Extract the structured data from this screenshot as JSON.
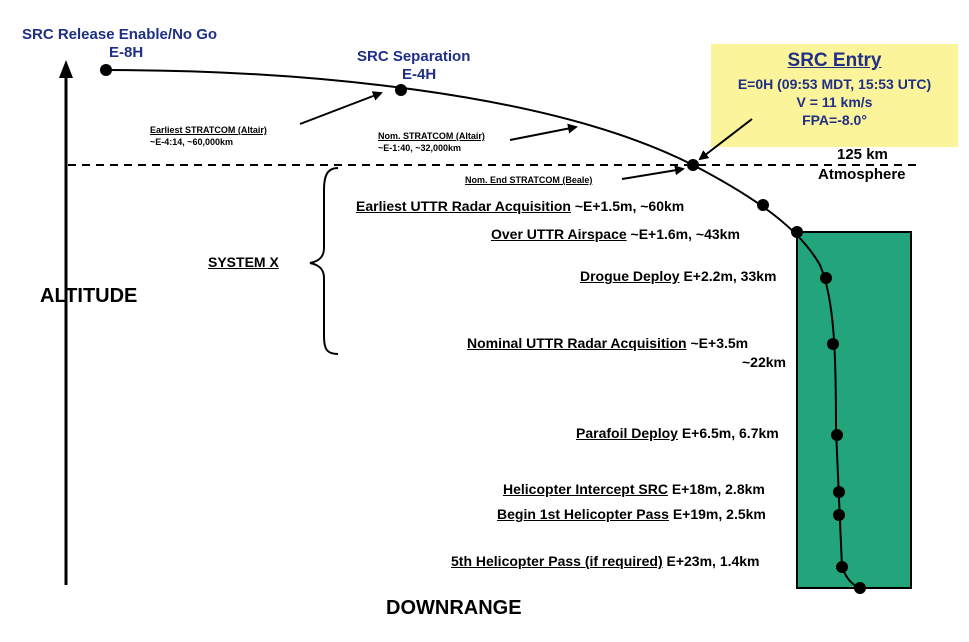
{
  "header": {
    "release_label": "SRC Release Enable/No Go",
    "release_time": "E-8H",
    "separation_label": "SRC Separation",
    "separation_time": "E-4H"
  },
  "entry": {
    "title": "SRC Entry",
    "line1": "E=0H (09:53 MDT, 15:53 UTC)",
    "line2": "V = 11 km/s",
    "line3": "FPA=-8.0°"
  },
  "atmosphere": {
    "altitude_label": "125 km",
    "name": "Atmosphere"
  },
  "stratcom": {
    "earliest_title": "Earliest STRATCOM (Altair)",
    "earliest_detail": "~E-4:14, ~60,000km",
    "nominal_title": "Nom. STRATCOM (Altair)",
    "nominal_detail": "~E-1:40, ~32,000km",
    "end_label": "Nom. End STRATCOM (Beale)"
  },
  "system_label": "SYSTEM X",
  "axes": {
    "y_label": "ALTITUDE",
    "x_label": "DOWNRANGE"
  },
  "events": [
    {
      "name": "Earliest UTTR Radar Acquisition",
      "detail": "~E+1.5m, ~60km"
    },
    {
      "name": "Over UTTR Airspace",
      "detail": "~E+1.6m, ~43km"
    },
    {
      "name": "Drogue Deploy",
      "detail": "E+2.2m, 33km"
    },
    {
      "name": "Nominal UTTR Radar Acquisition",
      "detail": "~E+3.5m",
      "detail2": "~22km"
    },
    {
      "name": "Parafoil Deploy",
      "detail": "E+6.5m, 6.7km"
    },
    {
      "name": "Helicopter Intercept SRC",
      "detail": "E+18m, 2.8km"
    },
    {
      "name": "Begin 1st Helicopter Pass",
      "detail": "E+19m, 2.5km"
    },
    {
      "name": "5th Helicopter Pass (if required)",
      "detail": "E+23m, 1.4km"
    }
  ],
  "colors": {
    "title_blue": "#1f2f86",
    "entry_box": "#fbf49b",
    "uttr_zone": "#22a57a"
  }
}
